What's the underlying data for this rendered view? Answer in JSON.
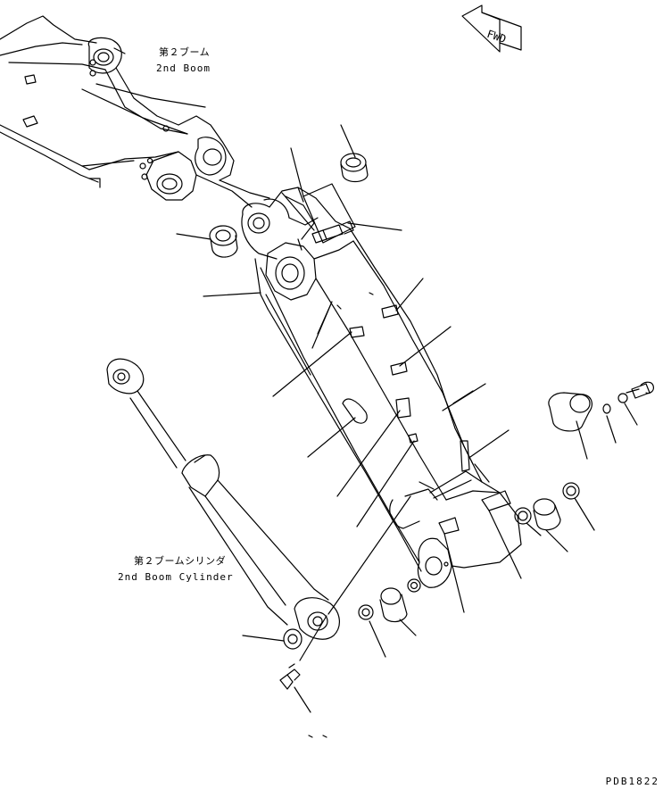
{
  "labels": {
    "boom2_jp": "第２ブーム",
    "boom2_en": "2nd Boom",
    "cyl_jp": "第２ブームシリンダ",
    "cyl_en": "2nd Boom Cylinder",
    "fwd": "FWD"
  },
  "drawing_code": "PDB1822",
  "colors": {
    "line": "#000000",
    "background": "#ffffff"
  }
}
